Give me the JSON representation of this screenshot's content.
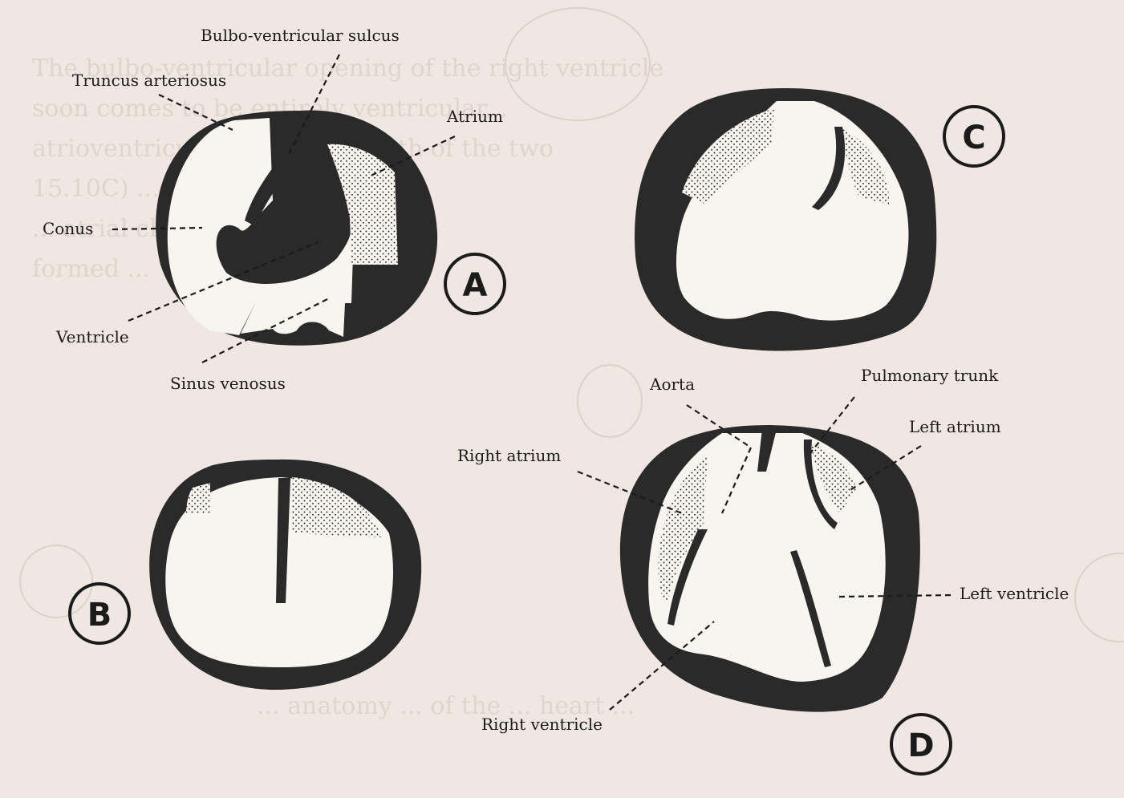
{
  "labels": {
    "bulbo_ventricular_sulcus": "Bulbo-ventricular sulcus",
    "truncus_arteriosus": "Truncus arteriosus",
    "atrium": "Atrium",
    "conus": "Conus",
    "ventricle": "Ventricle",
    "sinus_venosus": "Sinus venosus",
    "aorta": "Aorta",
    "pulmonary_trunk": "Pulmonary trunk",
    "left_atrium": "Left atrium",
    "right_atrium": "Right atrium",
    "left_ventricle": "Left ventricle",
    "right_ventricle": "Right ventricle"
  },
  "panels": {
    "a": "A",
    "b": "B",
    "c": "C",
    "d": "D"
  },
  "colors": {
    "background": "#f1e7e2",
    "wall": "#2a2a2a",
    "lumen": "#f8f5f0",
    "stipple": "#2a2a2a"
  }
}
